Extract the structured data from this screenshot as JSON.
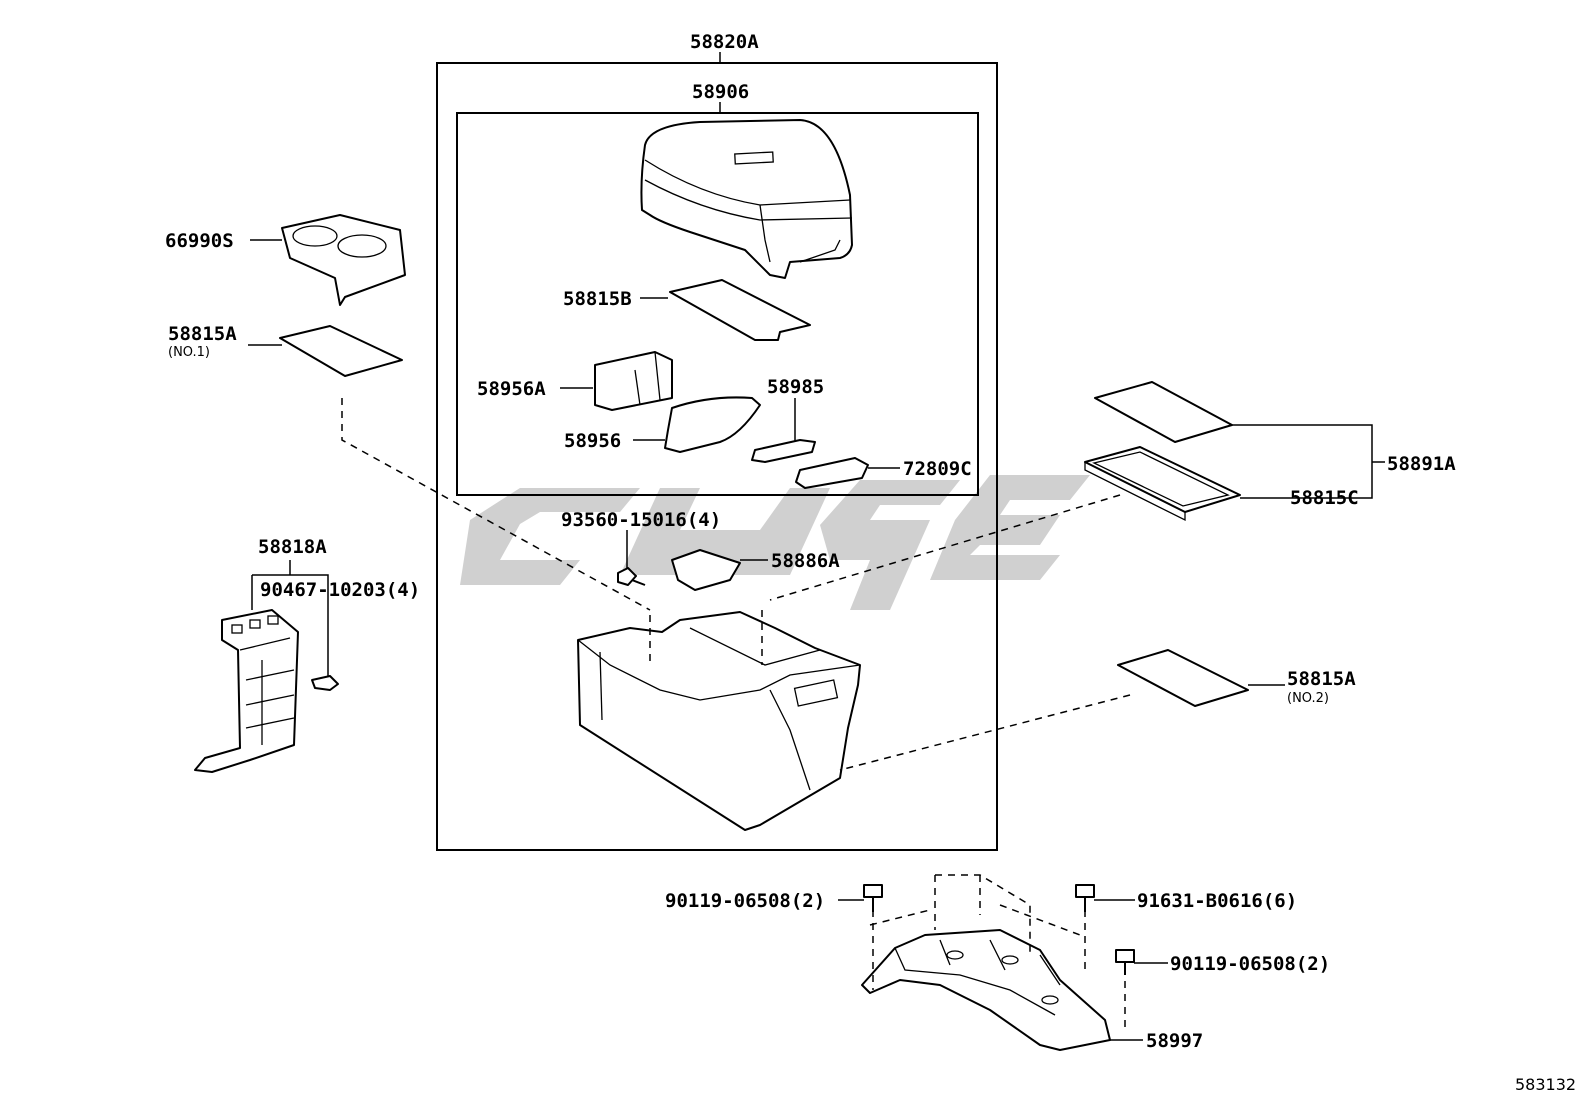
{
  "labels": {
    "assy_58820A": "58820A",
    "lid_58906": "58906",
    "holder_66990S": "66990S",
    "mat_58815B": "58815B",
    "mat_58815A_no1": "58815A",
    "mat_58815A_no1_note": "(NO.1)",
    "pad_58956A": "58956A",
    "pad_58985": "58985",
    "pad_58956": "58956",
    "knob_72809C": "72809C",
    "tray_58891A": "58891A",
    "tray_58815C": "58815C",
    "screw_93560": "93560-15016(4)",
    "box_58886A": "58886A",
    "bracket_58818A": "58818A",
    "clip_90467": "90467-10203(4)",
    "mat_58815A_no2": "58815A",
    "mat_58815A_no2_note": "(NO.2)",
    "bolt_90119_left": "90119-06508(2)",
    "bolt_91631": "91631-B0616(6)",
    "bolt_90119_right": "90119-06508(2)",
    "bracket_58997": "58997",
    "diagram_code": "583132"
  }
}
